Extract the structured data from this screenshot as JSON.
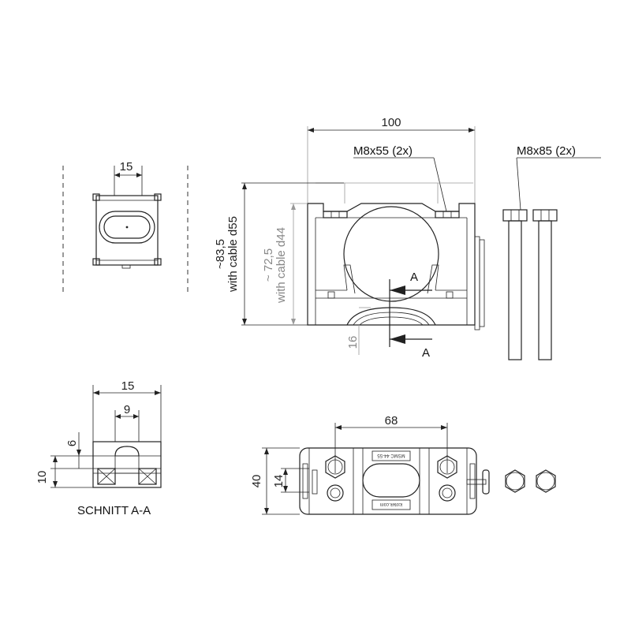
{
  "dimensions": {
    "top_width": "100",
    "bolt_short": "M8x55 (2x)",
    "bolt_long": "M8x85 (2x)",
    "height_d55": "~83,5",
    "height_d55_note": "with cable d55",
    "height_d44": "~ 72,5",
    "height_d44_note": "with cable d44",
    "gap_16": "16",
    "left_slot_width": "15",
    "section_outer": "15",
    "section_inner": "9",
    "section_height_6": "6",
    "section_height_10": "10",
    "bottom_spacing": "68",
    "bottom_height_40": "40",
    "bottom_height_14": "14"
  },
  "section_marker": "A",
  "section_title": "SCHNITT A-A",
  "plate_marks": {
    "upper": "MSMC 44-55",
    "lower": "icotek.com"
  }
}
